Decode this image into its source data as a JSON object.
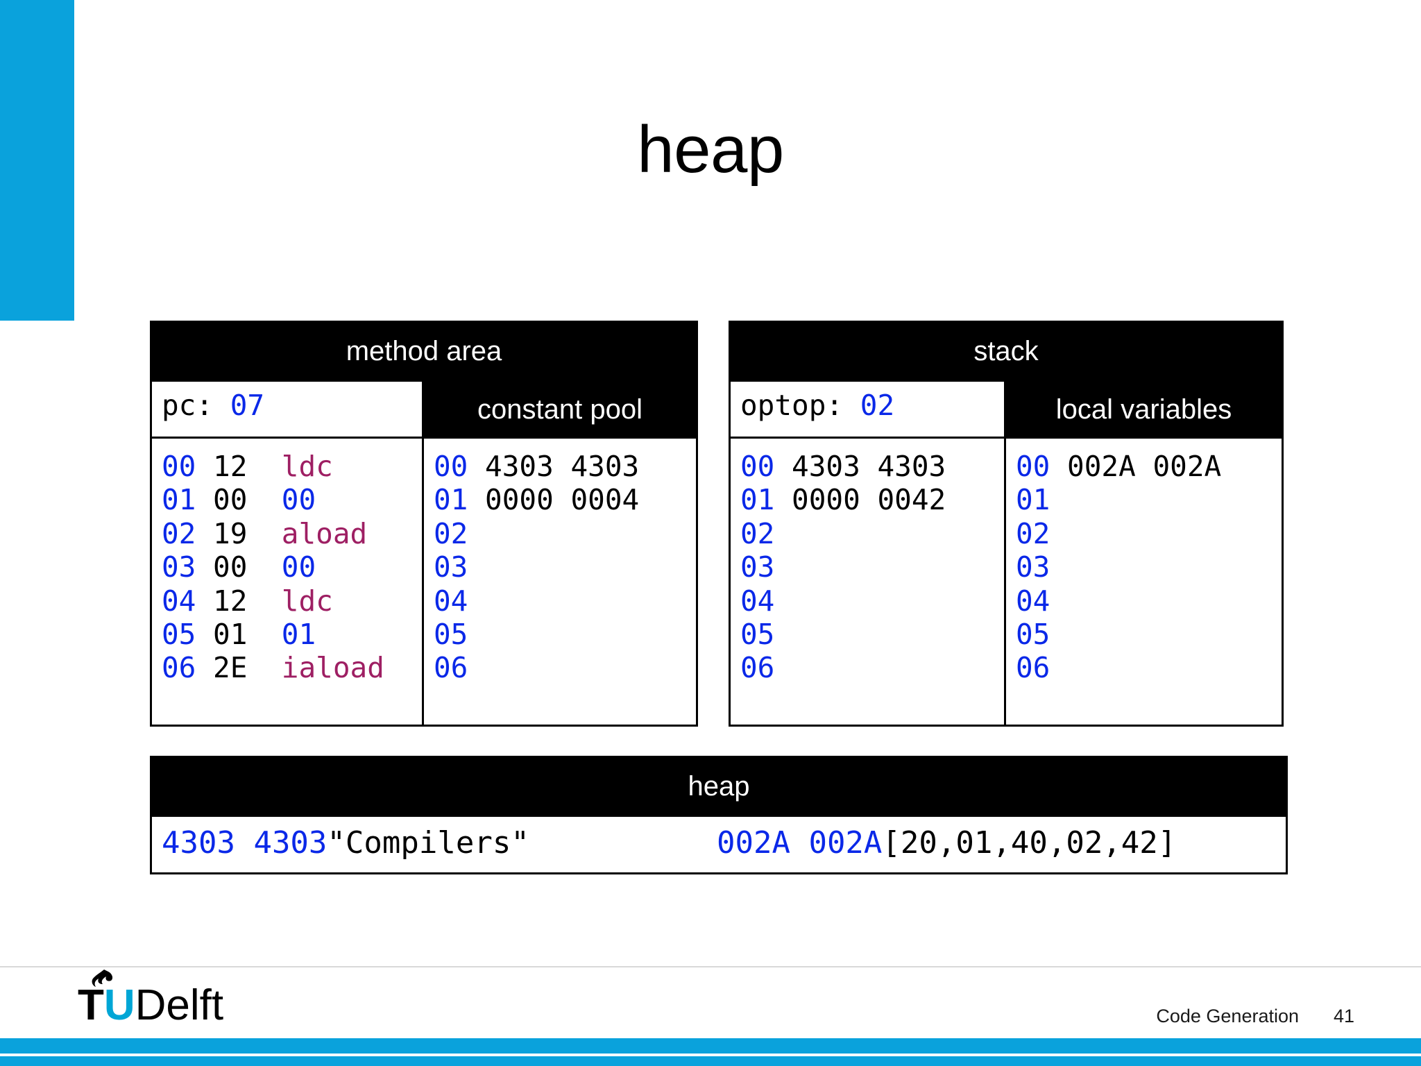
{
  "slide": {
    "title": "heap",
    "accent_color": "#0AA2DC",
    "address_color": "#0A28E8",
    "opcode_color": "#9E1F63"
  },
  "method_area": {
    "header": "method area",
    "pc_label": "pc: ",
    "pc_value": "07",
    "constant_pool_header": "constant pool",
    "code_rows": [
      {
        "addr": "00",
        "byte": "12",
        "mnemonic": "ldc",
        "mnemonic_kind": "op"
      },
      {
        "addr": "01",
        "byte": "00",
        "mnemonic": "00",
        "mnemonic_kind": "num"
      },
      {
        "addr": "02",
        "byte": "19",
        "mnemonic": "aload",
        "mnemonic_kind": "op"
      },
      {
        "addr": "03",
        "byte": "00",
        "mnemonic": "00",
        "mnemonic_kind": "num"
      },
      {
        "addr": "04",
        "byte": "12",
        "mnemonic": "ldc",
        "mnemonic_kind": "op"
      },
      {
        "addr": "05",
        "byte": "01",
        "mnemonic": "01",
        "mnemonic_kind": "num"
      },
      {
        "addr": "06",
        "byte": "2E",
        "mnemonic": "iaload",
        "mnemonic_kind": "op"
      }
    ],
    "constant_pool_rows": [
      {
        "addr": "00",
        "value": "4303 4303"
      },
      {
        "addr": "01",
        "value": "0000 0004"
      },
      {
        "addr": "02",
        "value": ""
      },
      {
        "addr": "03",
        "value": ""
      },
      {
        "addr": "04",
        "value": ""
      },
      {
        "addr": "05",
        "value": ""
      },
      {
        "addr": "06",
        "value": ""
      }
    ]
  },
  "stack_area": {
    "header": "stack",
    "optop_label": "optop: ",
    "optop_value": "02",
    "local_variables_header": "local variables",
    "stack_rows": [
      {
        "addr": "00",
        "value": "4303 4303"
      },
      {
        "addr": "01",
        "value": "0000 0042"
      },
      {
        "addr": "02",
        "value": ""
      },
      {
        "addr": "03",
        "value": ""
      },
      {
        "addr": "04",
        "value": ""
      },
      {
        "addr": "05",
        "value": ""
      },
      {
        "addr": "06",
        "value": ""
      }
    ],
    "local_variable_rows": [
      {
        "addr": "00",
        "value": "002A 002A"
      },
      {
        "addr": "01",
        "value": ""
      },
      {
        "addr": "02",
        "value": ""
      },
      {
        "addr": "03",
        "value": ""
      },
      {
        "addr": "04",
        "value": ""
      },
      {
        "addr": "05",
        "value": ""
      },
      {
        "addr": "06",
        "value": ""
      }
    ]
  },
  "heap_area": {
    "header": "heap",
    "entries": [
      {
        "ref": "4303 4303",
        "value": "\"Compilers\""
      },
      {
        "ref": "002A 002A",
        "value": "[20,01,40,02,42]"
      }
    ]
  },
  "footer": {
    "logo_t": "T",
    "logo_u": "U",
    "logo_name": "Delft",
    "section": "Code Generation",
    "page_number": "41"
  }
}
